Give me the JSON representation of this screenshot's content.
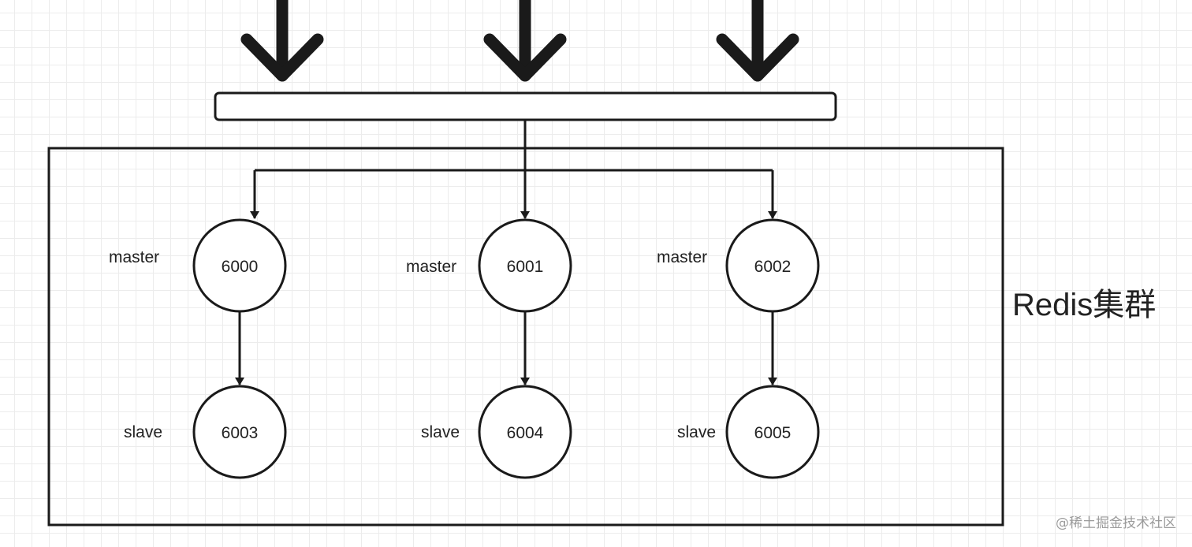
{
  "diagram": {
    "cluster_label": "Redis集群",
    "colors": {
      "stroke": "#1a1a1a",
      "background": "#ffffff",
      "grid": "#ececec",
      "watermark": "#8a8a8a"
    },
    "nodes": [
      {
        "id": "m0",
        "port": "6000",
        "role": "master"
      },
      {
        "id": "m1",
        "port": "6001",
        "role": "master"
      },
      {
        "id": "m2",
        "port": "6002",
        "role": "master"
      },
      {
        "id": "s0",
        "port": "6003",
        "role": "slave"
      },
      {
        "id": "s1",
        "port": "6004",
        "role": "slave"
      },
      {
        "id": "s2",
        "port": "6005",
        "role": "slave"
      }
    ],
    "edges": [
      {
        "from": "entry-bar",
        "to": "m0"
      },
      {
        "from": "entry-bar",
        "to": "m1"
      },
      {
        "from": "entry-bar",
        "to": "m2"
      },
      {
        "from": "m0",
        "to": "s0"
      },
      {
        "from": "m1",
        "to": "s1"
      },
      {
        "from": "m2",
        "to": "s2"
      }
    ],
    "incoming_arrow_icons": [
      "arrow-down-icon",
      "arrow-down-icon",
      "arrow-down-icon"
    ]
  },
  "watermark": "@稀土掘金技术社区"
}
